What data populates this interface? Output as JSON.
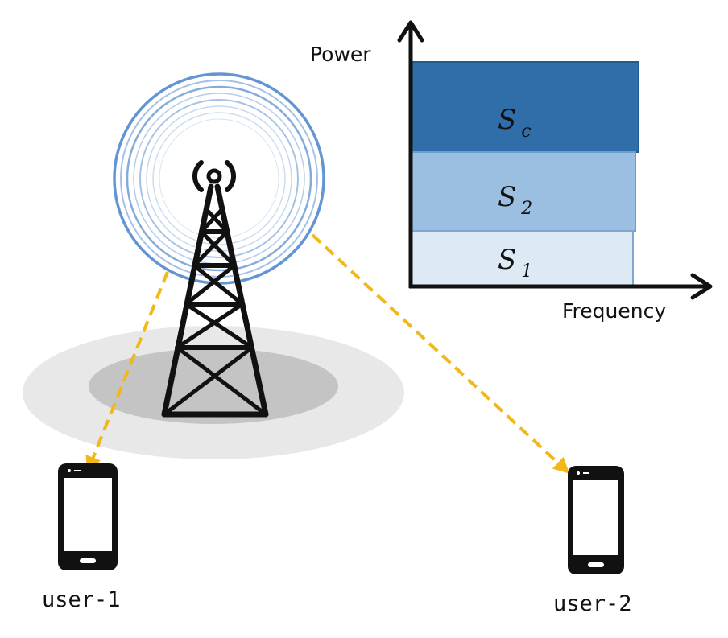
{
  "chart": {
    "y_axis_label": "Power",
    "x_axis_label": "Frequency"
  },
  "layers": [
    {
      "symbol": "S",
      "subscript": "c",
      "color": "#2f6ea8"
    },
    {
      "symbol": "S",
      "subscript": "2",
      "color": "#9bbfe0"
    },
    {
      "symbol": "S",
      "subscript": "1",
      "color": "#ddeaf6"
    }
  ],
  "users": [
    {
      "label": "user-1"
    },
    {
      "label": "user-2"
    }
  ],
  "colors": {
    "coverage_outer": "#e8e8e8",
    "coverage_inner": "#c4c4c4",
    "signal_rings": "#5b8fce",
    "beam": "#f2b81a",
    "axis": "#111111"
  }
}
